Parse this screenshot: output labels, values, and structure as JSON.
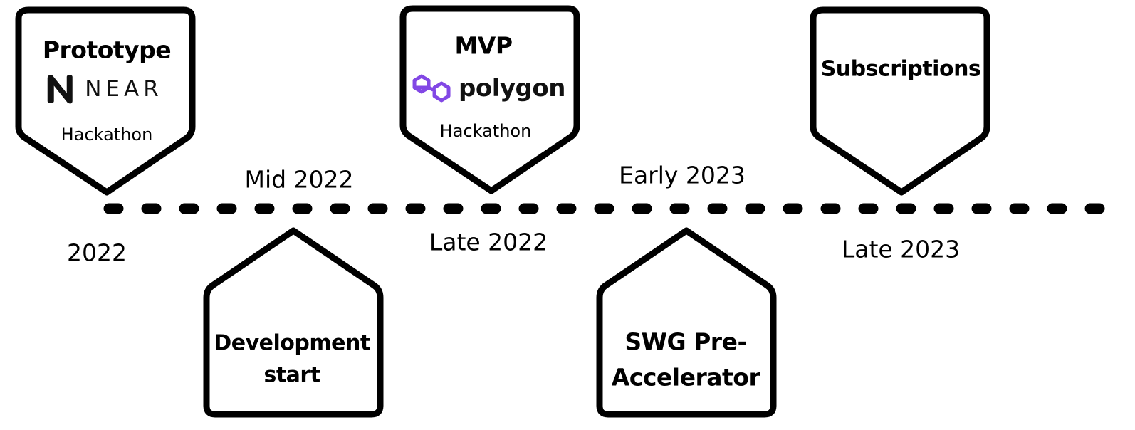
{
  "timeline": {
    "milestones": [
      {
        "title": "Prototype",
        "logo_text": "NEAR",
        "logo_icon": "near-logo-icon",
        "subtitle": "Hackathon",
        "date": "2022",
        "position": "above"
      },
      {
        "title": "Development start",
        "title_lines": [
          "Development",
          "start"
        ],
        "date": "Mid 2022",
        "position": "below"
      },
      {
        "title": "MVP",
        "logo_text": "polygon",
        "logo_icon": "polygon-logo-icon",
        "logo_color": "#8247E5",
        "subtitle": "Hackathon",
        "date": "Late 2022",
        "position": "above"
      },
      {
        "title": "SWG Pre-Accelerator",
        "title_lines": [
          "SWG Pre-",
          "Accelerator"
        ],
        "date": "Early 2023",
        "position": "below"
      },
      {
        "title": "Subscriptions",
        "date": "Late 2023",
        "position": "above"
      }
    ],
    "line_style": "dashed",
    "colors": {
      "stroke": "#000000",
      "background": "#ffffff",
      "polygon": "#8247E5"
    }
  }
}
